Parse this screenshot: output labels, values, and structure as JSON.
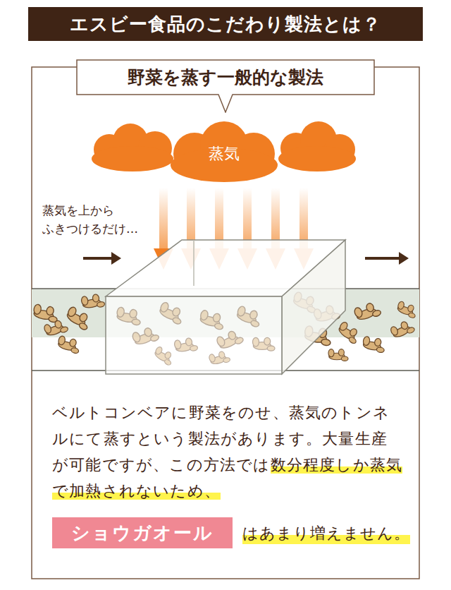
{
  "diagram": {
    "title": "エスビー食品のこだわり製法とは？",
    "nodes": [
      {
        "text": [
          "野菜を蒸す一般的な製法"
        ]
      },
      {
        "text": [
          "蒸気"
        ]
      },
      {
        "text": [
          "ショウガオール"
        ]
      }
    ],
    "labels": [
      "蒸気を上から ふきつけるだけ…",
      "ベルトコンベアに野菜をのせ、蒸気のトンネルにて蒸すという製法があります。大量生産が可能ですが、この方法では",
      "数分程度しか蒸気で加熱されないため、",
      "はあまり増えません。"
    ]
  }
}
